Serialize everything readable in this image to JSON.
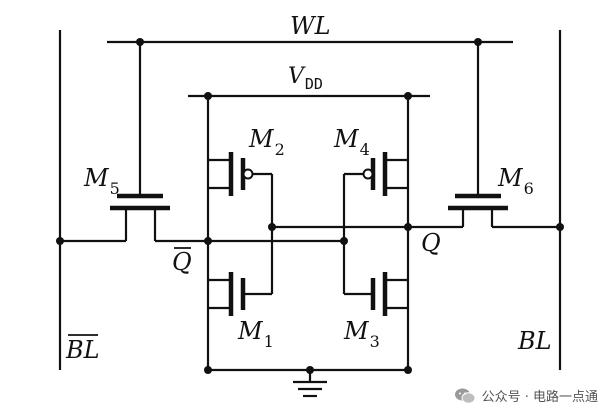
{
  "labels": {
    "wl": "WL",
    "vdd_main": "V",
    "vdd_sub": "DD",
    "m1": "M",
    "m1_sub": "1",
    "m2": "M",
    "m2_sub": "2",
    "m3": "M",
    "m3_sub": "3",
    "m4": "M",
    "m4_sub": "4",
    "m5": "M",
    "m5_sub": "5",
    "m6": "M",
    "m6_sub": "6",
    "q": "Q",
    "q_bar": "Q",
    "bl": "BL",
    "bl_bar": "BL"
  },
  "watermark": {
    "text": "公众号 · 电路一点通",
    "icon": "wechat-icon"
  }
}
